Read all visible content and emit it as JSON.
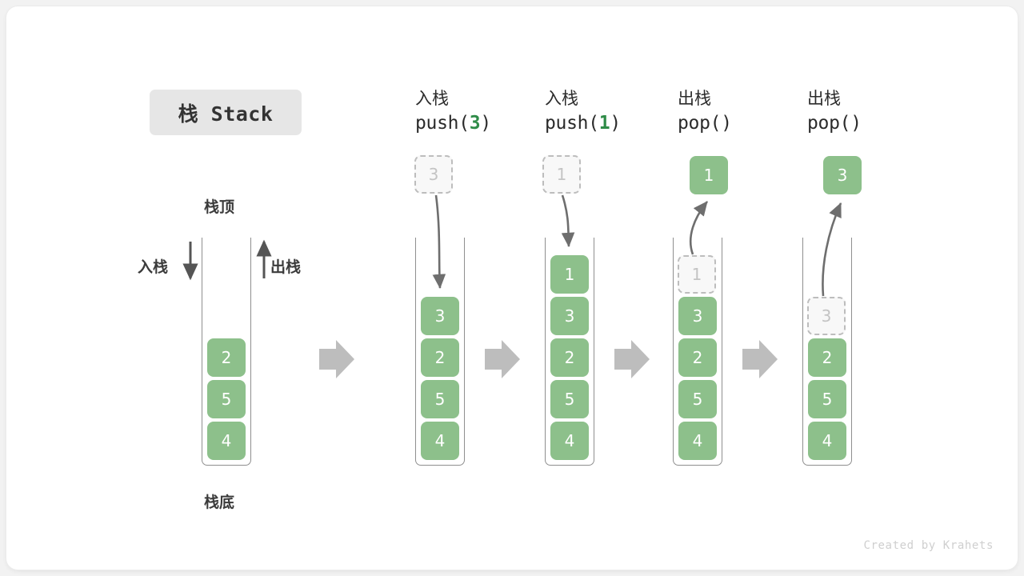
{
  "title": {
    "text": "栈 Stack"
  },
  "labels": {
    "top": "栈顶",
    "bottom": "栈底",
    "push_side": "入栈",
    "pop_side": "出栈"
  },
  "watermark": "Created by Krahets",
  "colors": {
    "cell_green": "#8dc08b",
    "code_green": "#2f8c48",
    "ghost_fill": "#f8f8f8",
    "ghost_border": "#bdbdbd",
    "outline_gray": "#8f8f8f",
    "arrow_gray": "#6e6e6e",
    "step_arrow_gray": "#bdbdbd",
    "badge_bg": "#e6e6e6",
    "card_bg": "#ffffff",
    "page_bg": "#f2f2f2"
  },
  "columns": [
    {
      "id": "initial",
      "header_cn": "",
      "header_code": "",
      "header_code_num": "",
      "stack": [
        "2",
        "5",
        "4"
      ],
      "incoming": null,
      "outgoing": null,
      "ghost_in_stack": null
    },
    {
      "id": "push-3",
      "header_cn": "入栈",
      "header_code_prefix": "push(",
      "header_code_num": "3",
      "header_code_suffix": ")",
      "stack": [
        "3",
        "2",
        "5",
        "4"
      ],
      "incoming": "3",
      "outgoing": null,
      "ghost_in_stack": null
    },
    {
      "id": "push-1",
      "header_cn": "入栈",
      "header_code_prefix": "push(",
      "header_code_num": "1",
      "header_code_suffix": ")",
      "stack": [
        "1",
        "3",
        "2",
        "5",
        "4"
      ],
      "incoming": "1",
      "outgoing": null,
      "ghost_in_stack": null
    },
    {
      "id": "pop-1",
      "header_cn": "出栈",
      "header_code_prefix": "pop(",
      "header_code_num": "",
      "header_code_suffix": ")",
      "stack": [
        "3",
        "2",
        "5",
        "4"
      ],
      "incoming": null,
      "outgoing": "1",
      "ghost_in_stack": "1"
    },
    {
      "id": "pop-3",
      "header_cn": "出栈",
      "header_code_prefix": "pop(",
      "header_code_num": "",
      "header_code_suffix": ")",
      "stack": [
        "2",
        "5",
        "4"
      ],
      "incoming": null,
      "outgoing": "3",
      "ghost_in_stack": "3"
    }
  ],
  "step_arrows": 4
}
